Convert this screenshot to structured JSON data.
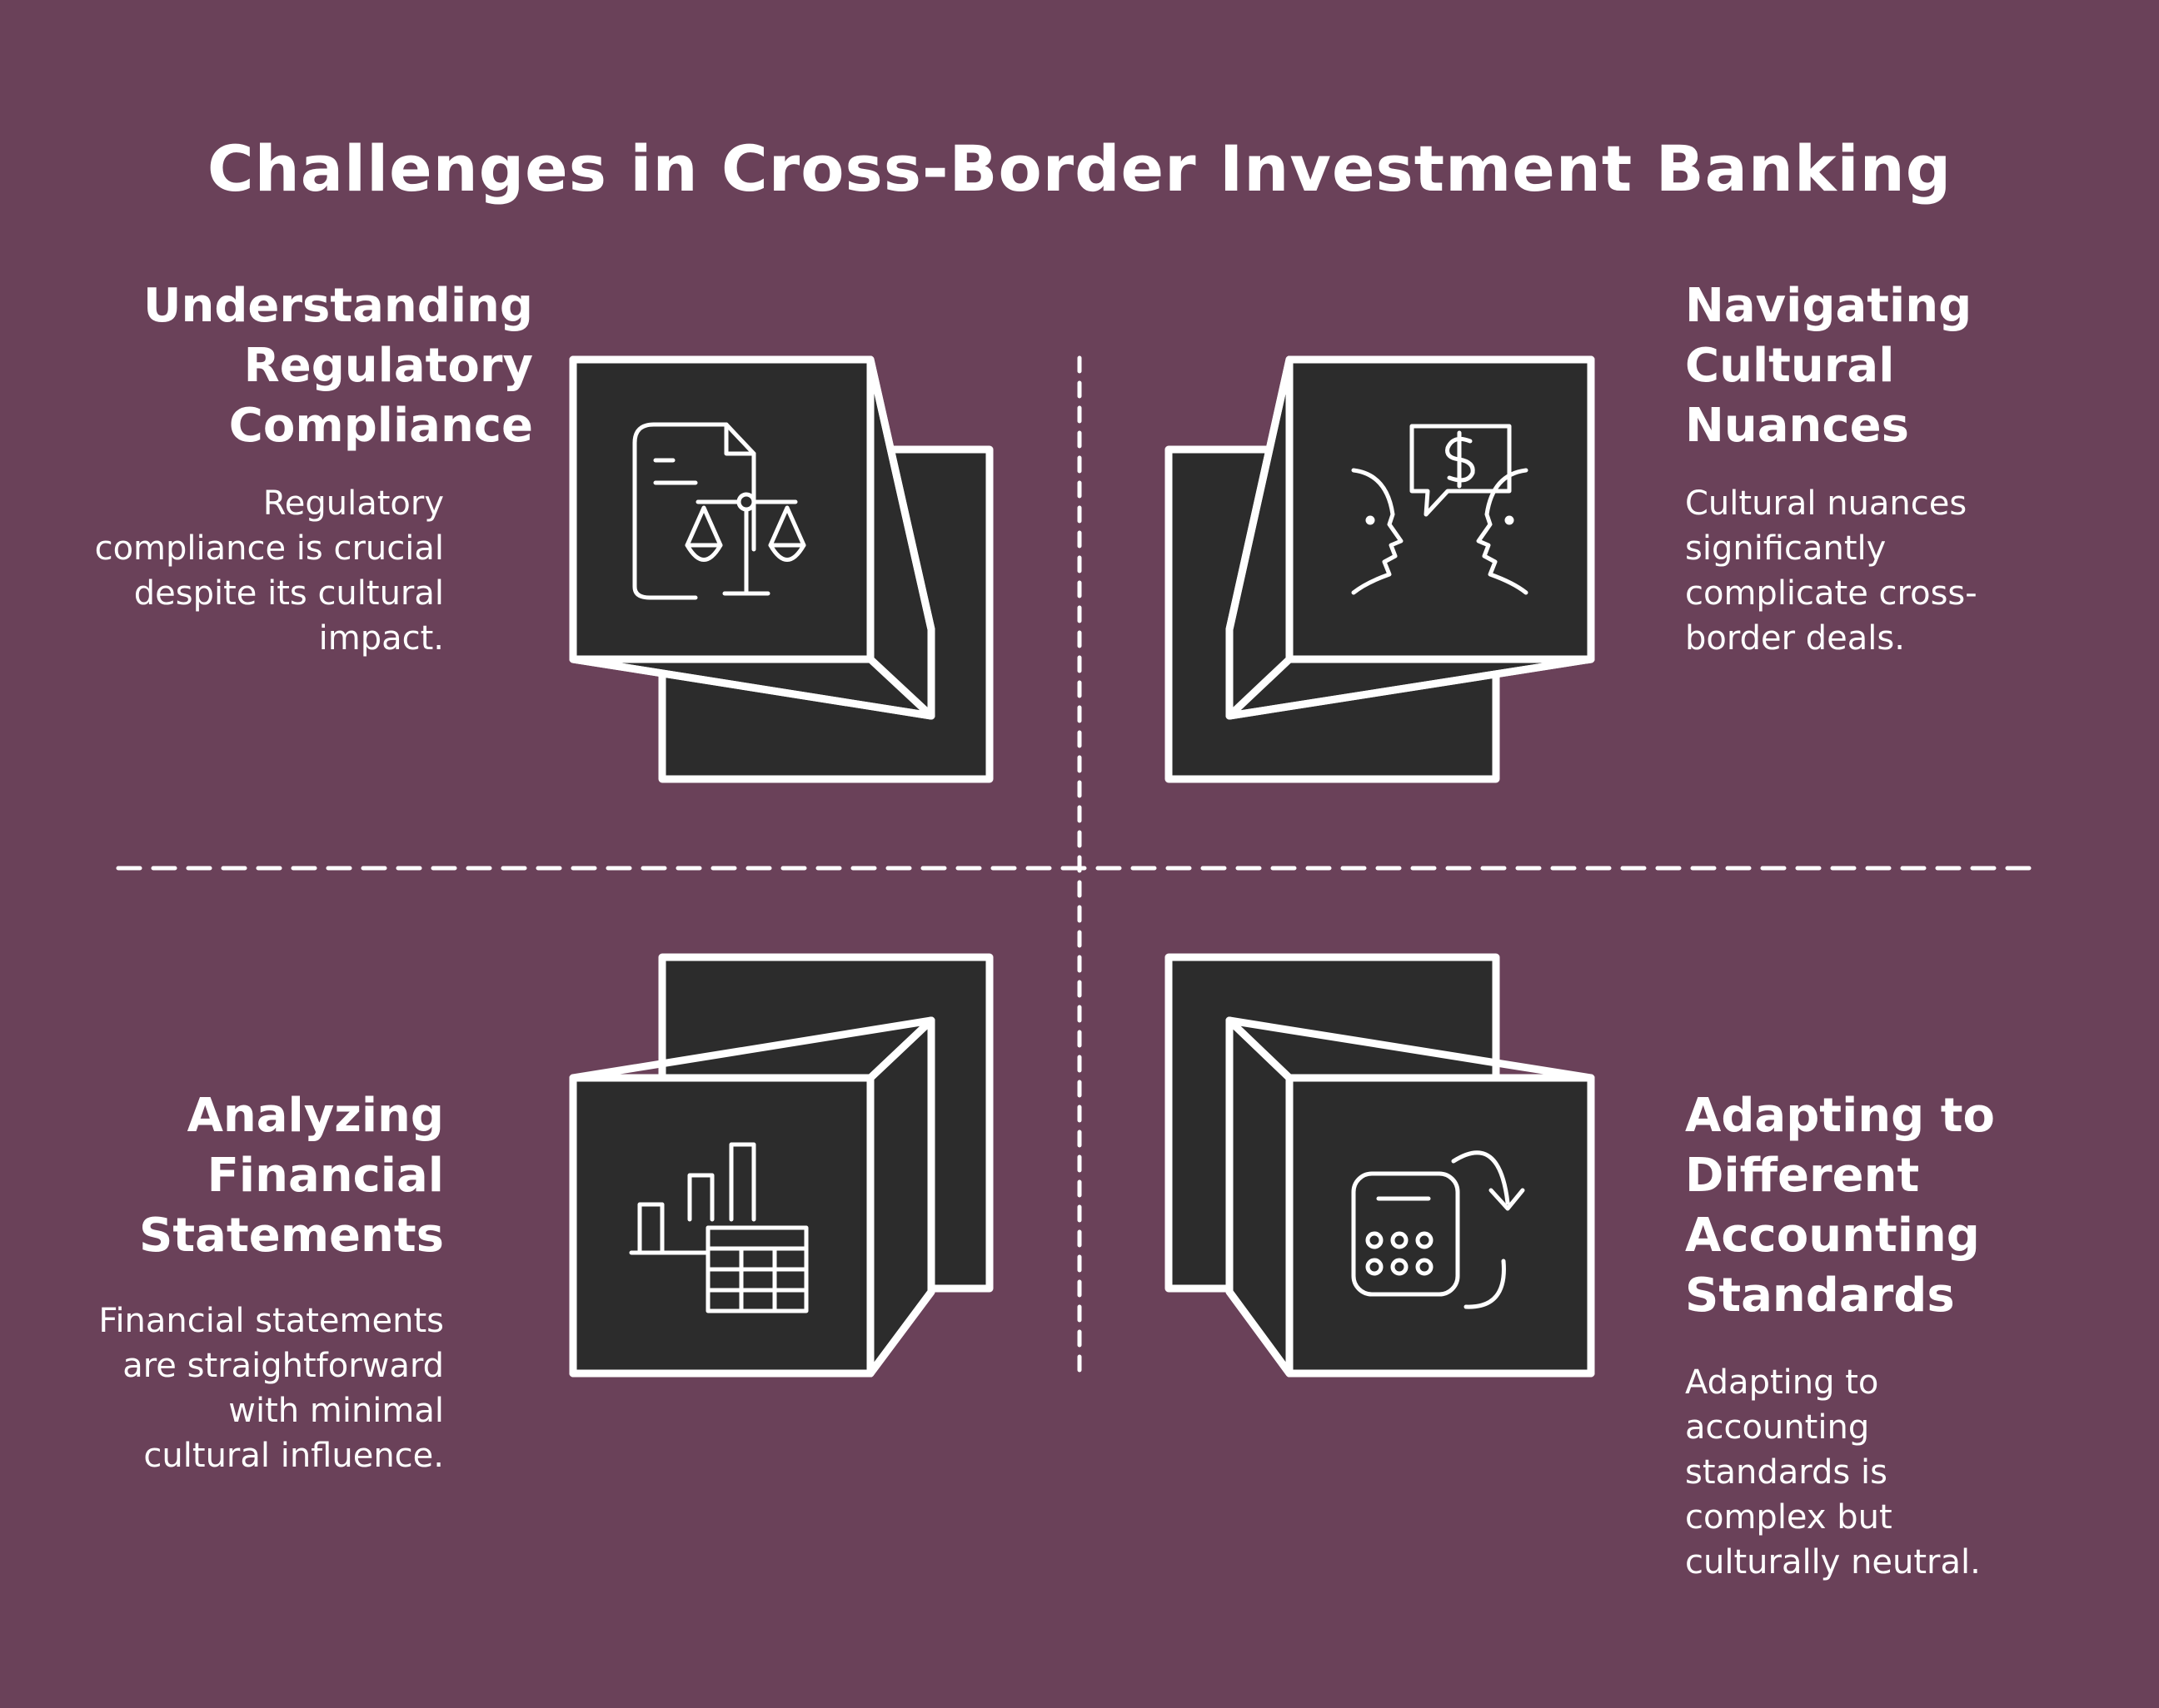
{
  "title": "Challenges in Cross-Border Investment Banking",
  "quadrants": [
    {
      "heading": "Understanding Regulatory Compliance",
      "description": "Regulatory compliance is crucial despite its cultural impact.",
      "icon": "document-scale-icon"
    },
    {
      "heading": "Navigating Cultural Nuances",
      "description": "Cultural nuances significantly complicate cross-border deals.",
      "icon": "faces-dollar-speech-icon"
    },
    {
      "heading": "Analyzing Financial Statements",
      "description": "Financial statements are straightforward with minimal cultural influence.",
      "icon": "bar-chart-table-icon"
    },
    {
      "heading": "Adapting to Different Accounting Standards",
      "description": "Adapting to accounting standards is complex but culturally neutral.",
      "icon": "calculator-cycle-icon"
    }
  ],
  "colors": {
    "background": "#6a4159",
    "box": "#2c2c2c",
    "stroke": "#ffffff"
  }
}
